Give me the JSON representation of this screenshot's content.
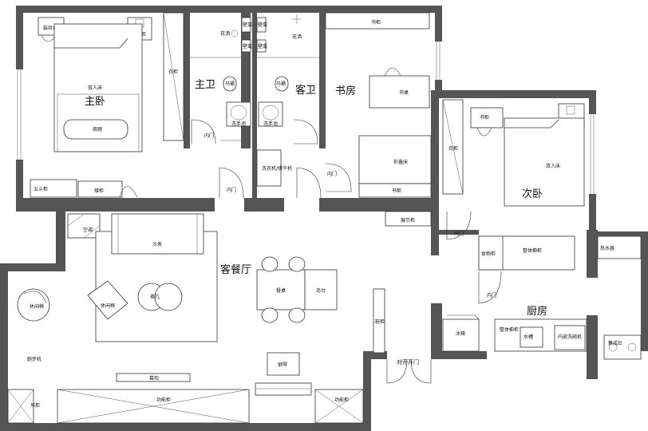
{
  "rooms": {
    "master_bedroom": "主卧",
    "master_bath": "主卫",
    "guest_bath": "客卫",
    "study": "书房",
    "second_bedroom": "次卧",
    "living_dining": "客餐厅",
    "kitchen": "厨房"
  },
  "labels": {
    "dresser": "装妆台",
    "nightstand": "床头柜",
    "double_bed": "双人床",
    "wardrobe": "衣柜",
    "bench": "周踏",
    "five_drawer": "五斗柜",
    "low_cabinet": "矮柜",
    "shower": "花洒",
    "washbasin": "洗手池",
    "toilet": "马桶",
    "inner_door": "内门",
    "niche": "壁龛",
    "washer": "洗衣机/烘干机",
    "bookshelf": "书柜",
    "desk": "书桌",
    "folding_bed": "折叠床",
    "display_cabinet": "展示柜",
    "ac": "空调",
    "sofa": "沙发",
    "leisure_chair": "休闲椅",
    "tea_table": "茶几",
    "dining_table": "餐桌",
    "island": "岛台",
    "shoe_cabinet": "鞋柜",
    "piano": "钢琴",
    "treadmill": "跑步机",
    "screen": "幕布",
    "function_cabinet": "功能柜",
    "hanging_cabinet": "吊柜",
    "entrance_door": "对开开门",
    "integrated_cabinet": "整体橱柜",
    "water_heater": "热水器",
    "fridge": "冰箱",
    "sink": "水槽",
    "dishwasher": "内嵌洗碗机",
    "stove": "集成灶",
    "food_cabinet": "食物柜"
  }
}
